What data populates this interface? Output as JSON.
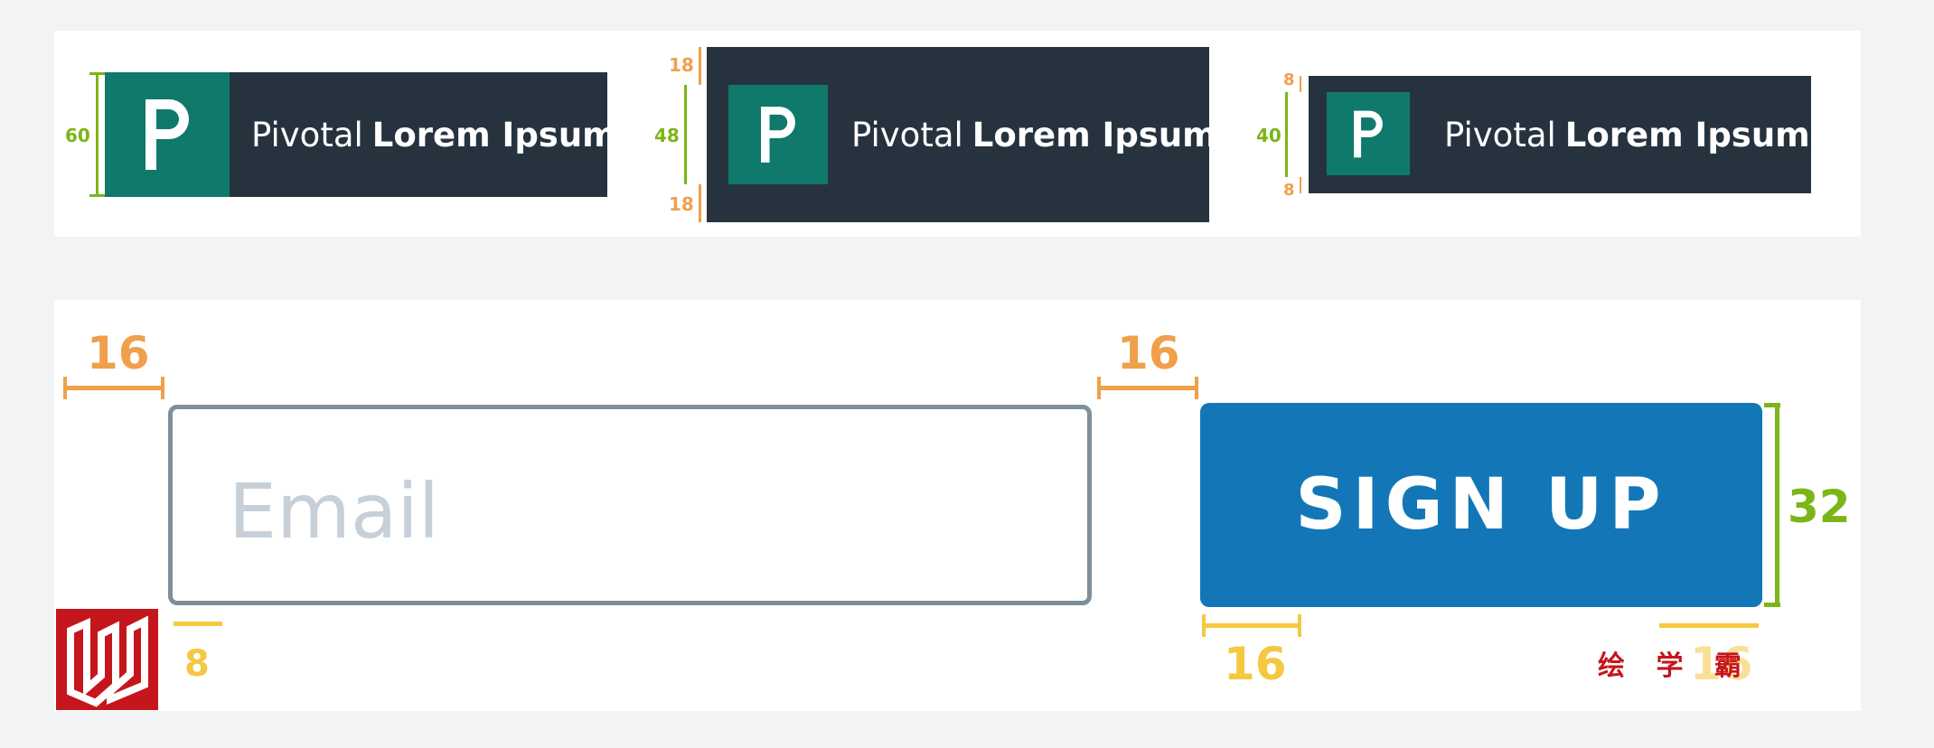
{
  "variants": [
    {
      "mark": "P",
      "brand_light": "Pivotal",
      "brand_bold": "Lorem Ipsum",
      "height": "60"
    },
    {
      "mark": "P",
      "brand_light": "Pivotal",
      "brand_bold": "Lorem Ipsum",
      "height": "48",
      "pad_top": "18",
      "pad_bottom": "18"
    },
    {
      "mark": "P",
      "brand_light": "Pivotal",
      "brand_bold": "Lorem Ipsum",
      "height": "40",
      "pad_top": "8",
      "pad_bottom": "8"
    }
  ],
  "form": {
    "email_placeholder": "Email",
    "signup_label": "SIGN UP",
    "left_margin": "16",
    "gap": "16",
    "button_height": "32",
    "button_pad_left": "16",
    "button_pad_right": "16",
    "input_bottom_pad": "8"
  },
  "watermark": {
    "text": "绘 学 霸"
  },
  "colors": {
    "bar_dark": "#26333f",
    "mark_teal": "#0f7a6b",
    "button_blue": "#1377b7",
    "input_border": "#7d8f9c",
    "dim_orange": "#f0a04b",
    "dim_green": "#7cb518",
    "dim_yellow": "#f5c842",
    "logo_red": "#c4161c"
  }
}
